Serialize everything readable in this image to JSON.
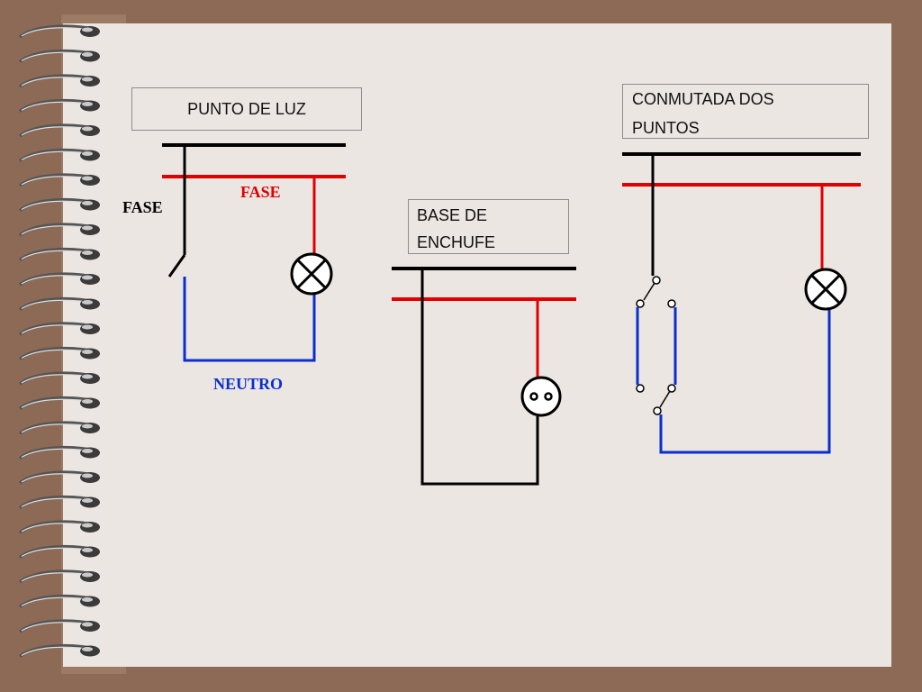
{
  "diagrams": [
    {
      "title": "PUNTO DE LUZ",
      "labels": {
        "fase_black": "FASE",
        "fase_red": "FASE",
        "neutro": "NEUTRO"
      }
    },
    {
      "title_lines": [
        "BASE DE",
        "ENCHUFE"
      ]
    },
    {
      "title_lines": [
        "CONMUTADA DOS",
        "PUNTOS"
      ]
    }
  ],
  "colors": {
    "phase": "#e00000",
    "neutral": "#0a2fd0",
    "black_wire": "#000000",
    "background": "#8c6a55",
    "page": "#ece6e2"
  },
  "icons": [
    "lamp-icon",
    "socket-icon",
    "switch-icon",
    "spiral-binding-icon"
  ]
}
